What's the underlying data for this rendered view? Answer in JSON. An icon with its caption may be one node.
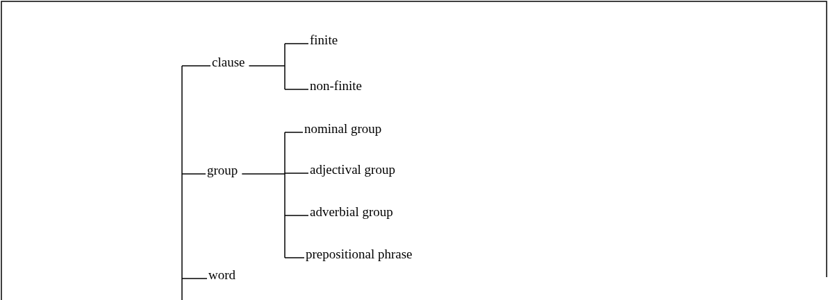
{
  "diagram": {
    "nodes": [
      {
        "text": [
          "clause"
        ]
      },
      {
        "text": [
          "finite"
        ]
      },
      {
        "text": [
          "non-finite"
        ]
      },
      {
        "text": [
          "group"
        ]
      },
      {
        "text": [
          "nominal group"
        ]
      },
      {
        "text": [
          "adjectival group"
        ]
      },
      {
        "text": [
          "adverbial group"
        ]
      },
      {
        "text": [
          "prepositional phrase"
        ]
      },
      {
        "text": [
          "word"
        ]
      }
    ],
    "edges": [
      {
        "from": null,
        "to": 0,
        "arrow": "none"
      },
      {
        "from": null,
        "to": 3,
        "arrow": "none"
      },
      {
        "from": null,
        "to": 8,
        "arrow": "none"
      },
      {
        "from": 0,
        "to": 1,
        "arrow": "none"
      },
      {
        "from": 0,
        "to": 2,
        "arrow": "none"
      },
      {
        "from": 3,
        "to": 4,
        "arrow": "none"
      },
      {
        "from": 3,
        "to": 5,
        "arrow": "none"
      },
      {
        "from": 3,
        "to": 6,
        "arrow": "none"
      },
      {
        "from": 3,
        "to": 7,
        "arrow": "none"
      }
    ]
  }
}
